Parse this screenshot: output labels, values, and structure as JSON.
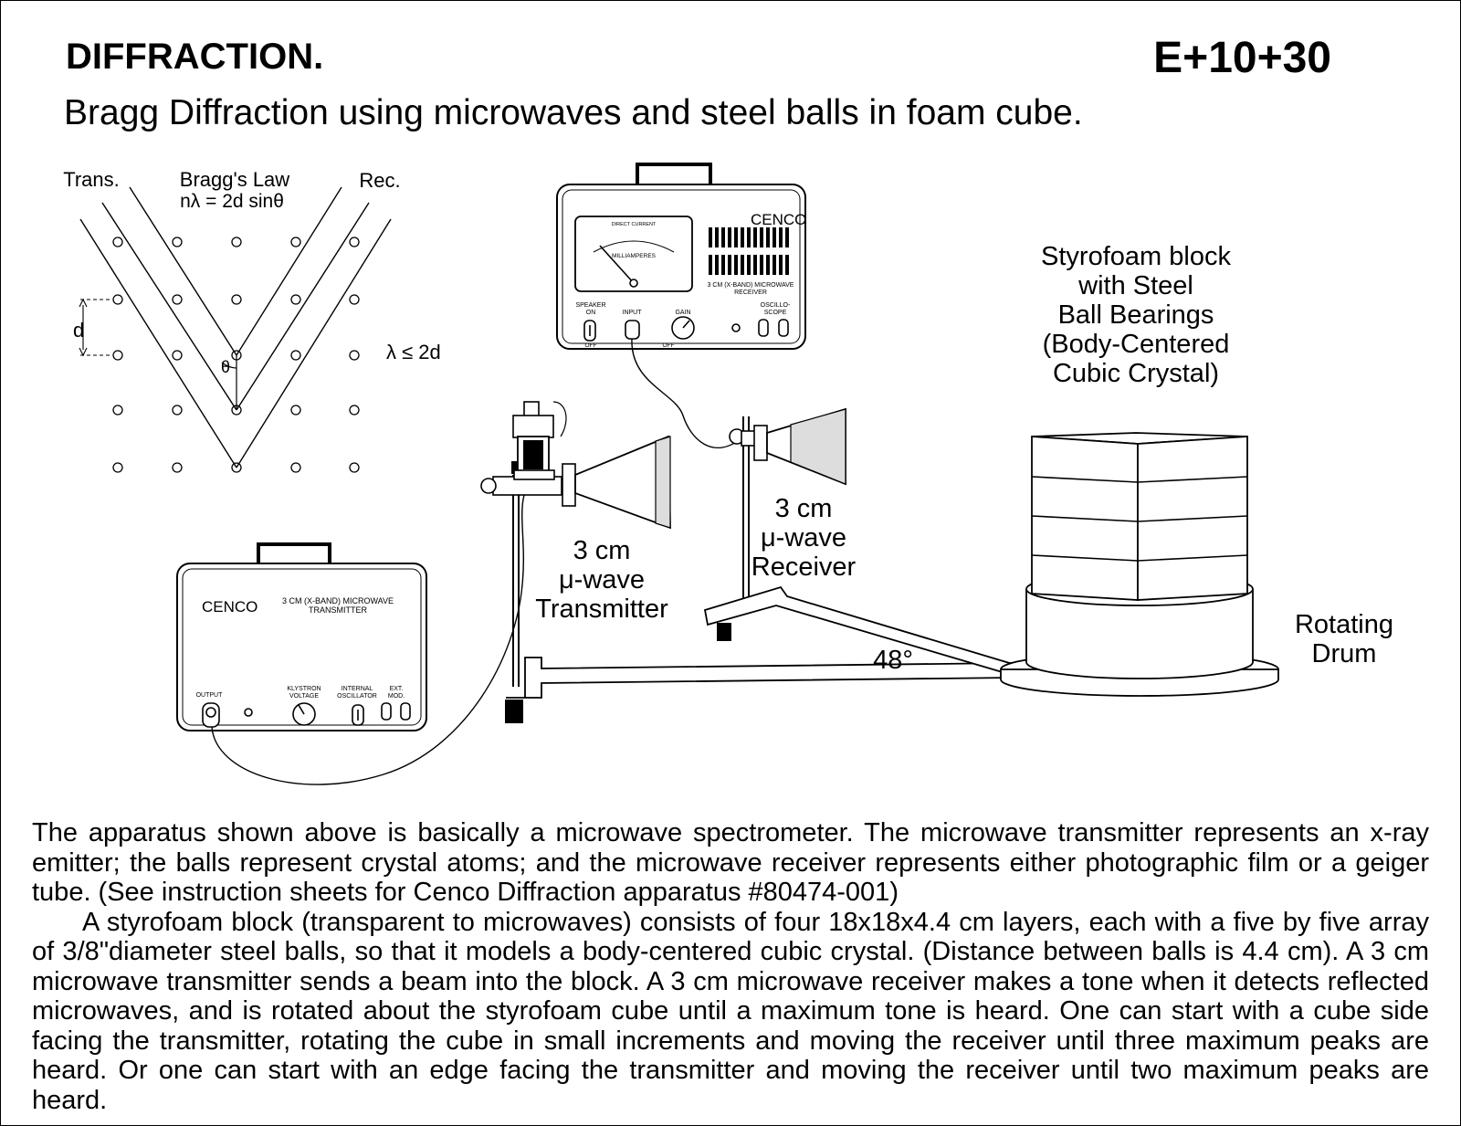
{
  "header": {
    "title": "DIFFRACTION.",
    "code": "E+10+30",
    "subtitle": "Bragg Diffraction using microwaves and steel balls in foam cube."
  },
  "bragg_inset": {
    "trans_label": "Trans.",
    "law_label": "Bragg's Law",
    "law_formula": "nλ = 2d sinθ",
    "rec_label": "Rec.",
    "d_label": "d",
    "theta_label": "θ",
    "condition_label": "λ ≤ 2d"
  },
  "receiver_unit": {
    "brand": "CENCO",
    "meter_top_label": "DIRECT CURRENT",
    "meter_unit_label": "MILLIAMPERES",
    "model_line1": "3 CM (X-BAND) MICROWAVE",
    "model_line2": "RECEIVER",
    "speaker_line1": "SPEAKER",
    "speaker_line2": "ON",
    "speaker_off": "OFF",
    "input_label": "INPUT",
    "gain_label": "GAIN",
    "gain_off": "OFF",
    "scope_line1": "OSCILLO-",
    "scope_line2": "SCOPE"
  },
  "transmitter_unit": {
    "brand": "CENCO",
    "model_line1": "3 CM (X-BAND) MICROWAVE",
    "model_line2": "TRANSMITTER",
    "output_label": "OUTPUT",
    "klystron_line1": "KLYSTRON",
    "klystron_line2": "VOLTAGE",
    "osc_line1": "INTERNAL",
    "osc_line2": "OSCILLATOR",
    "ext_line1": "EXT.",
    "ext_line2": "MOD."
  },
  "labels": {
    "styrofoam": [
      "Styrofoam block",
      "with Steel",
      "Ball Bearings",
      "(Body-Centered",
      "Cubic Crystal)"
    ],
    "receiver": [
      "3 cm",
      "μ-wave",
      "Receiver"
    ],
    "transmitter": [
      "3 cm",
      "μ-wave",
      "Transmitter"
    ],
    "drum": [
      "Rotating",
      "Drum"
    ],
    "angle": "48°"
  },
  "description": {
    "paragraph1": "The apparatus shown above is basically a microwave spectrometer. The microwave transmitter represents an x-ray emitter; the balls represent crystal atoms; and the microwave receiver represents either photographic film or a geiger tube. (See instruction sheets for Cenco Diffraction apparatus #80474-001)",
    "paragraph2": "A styrofoam block (transparent to microwaves) consists of four 18x18x4.4 cm layers, each with a five by five array of  3/8\"diameter steel balls, so that it models a body-centered cubic crystal. (Distance between balls is 4.4  cm). A 3 cm microwave transmitter sends a beam into the block. A 3 cm microwave receiver makes a tone when it detects reflected microwaves, and is rotated about the styrofoam cube until a maximum tone is heard.  One can start with a cube side facing the transmitter, rotating the cube in small increments and moving the receiver until three maximum peaks are heard.  Or one can start with an edge facing the transmitter and moving the receiver until two maximum peaks are heard."
  }
}
